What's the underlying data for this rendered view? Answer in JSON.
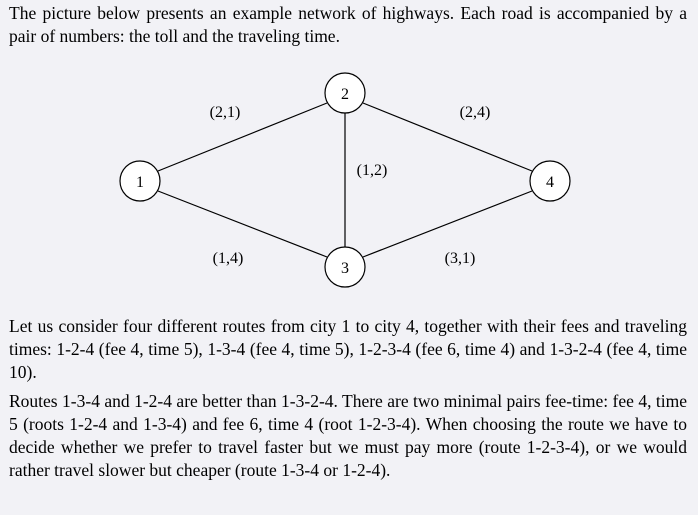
{
  "intro": "The picture below presents an example network of highways. Each road is accompanied by a pair of numbers: the toll and the traveling time.",
  "graph": {
    "nodes": [
      {
        "id": "1",
        "label": "1"
      },
      {
        "id": "2",
        "label": "2"
      },
      {
        "id": "3",
        "label": "3"
      },
      {
        "id": "4",
        "label": "4"
      }
    ],
    "edges": [
      {
        "from": "1",
        "to": "2",
        "label": "(2,1)"
      },
      {
        "from": "2",
        "to": "4",
        "label": "(2,4)"
      },
      {
        "from": "2",
        "to": "3",
        "label": "(1,2)"
      },
      {
        "from": "1",
        "to": "3",
        "label": "(1,4)"
      },
      {
        "from": "3",
        "to": "4",
        "label": "(3,1)"
      }
    ]
  },
  "paragraph2": "Let us consider four different routes from city 1 to city 4, together with their fees and traveling times: 1-2-4 (fee 4, time 5), 1-3-4 (fee 4, time 5), 1-2-3-4 (fee 6, time 4) and 1-3-2-4 (fee 4, time 10).",
  "paragraph3": "Routes 1-3-4 and 1-2-4 are better than 1-3-2-4. There are two minimal pairs fee-time: fee 4, time 5 (roots 1-2-4 and 1-3-4) and fee 6, time 4 (root 1-2-3-4). When choosing the route we have to decide whether we prefer to travel faster but we must pay more (route 1-2-3-4), or we would rather travel slower but cheaper (route 1-3-4 or 1-2-4)."
}
